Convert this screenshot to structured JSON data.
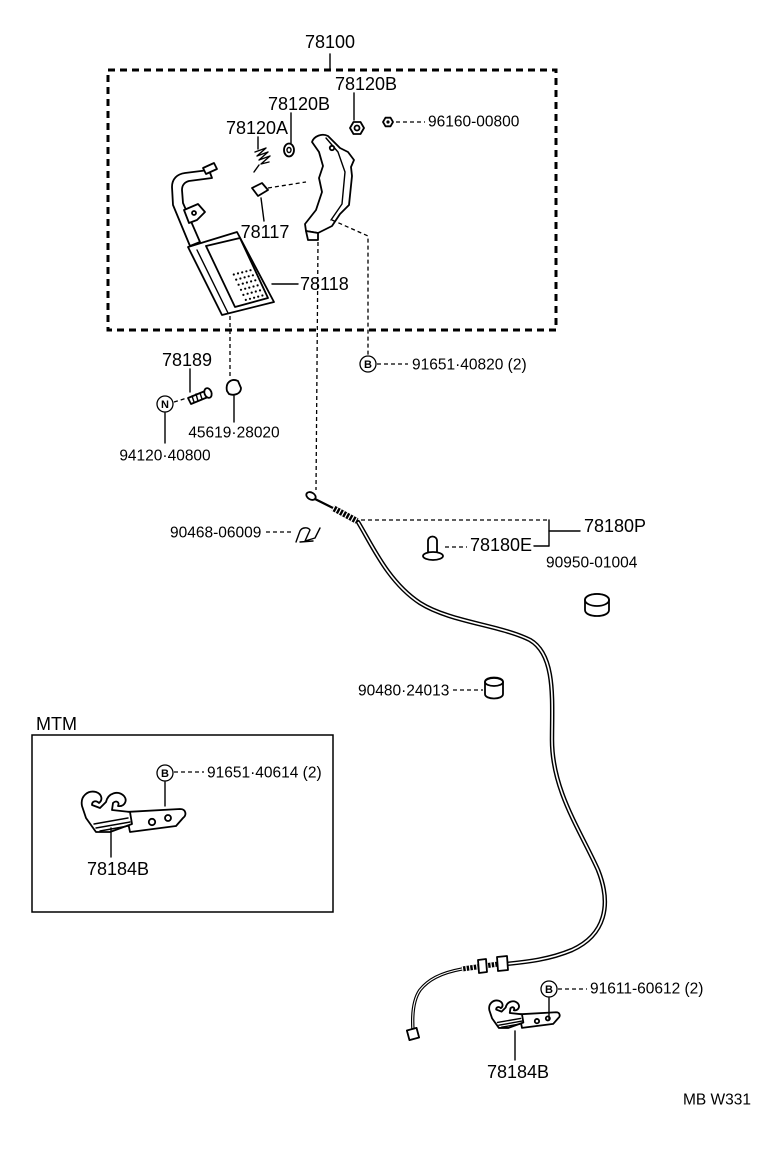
{
  "labels": {
    "pedal_assembly": "78100",
    "stopper_upper": "78120B",
    "stopper_lower": "78120B",
    "pedal_spring": "78120A",
    "nut_96160": "96160-00800",
    "spring_clip": "78117",
    "pedal_pad": "78118",
    "stopper_bolt": "78189",
    "bolt_91651_40820": "91651·40820 (2)",
    "cushion_45619": "45619·28020",
    "nut_94120": "94120·40800",
    "clip_90468": "90468-06009",
    "cable_assembly": "78180P",
    "cable_clamp": "78180E",
    "plug_90950": "90950-01004",
    "grommet_90480": "90480·24013",
    "mtm_heading": "MTM",
    "bolt_91651_40614": "91651·40614 (2)",
    "bracket_mtm": "78184B",
    "bolt_91611_60612": "91611-60612 (2)",
    "bracket_main": "78184B",
    "diagram_code": "MB W331"
  },
  "markers": {
    "bolt_b": "B",
    "nut_n": "N"
  }
}
